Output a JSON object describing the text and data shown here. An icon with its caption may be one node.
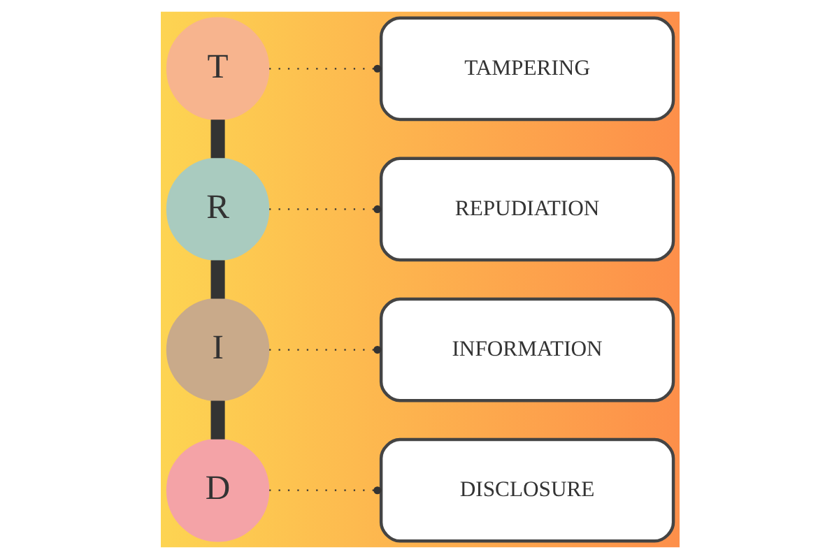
{
  "diagram": {
    "nodes": [
      {
        "text": [
          "T"
        ]
      },
      {
        "text": [
          "TAMPERING"
        ]
      },
      {
        "text": [
          "R"
        ]
      },
      {
        "text": [
          "REPUDIATION"
        ]
      },
      {
        "text": [
          "I"
        ]
      },
      {
        "text": [
          "INFORMATION"
        ]
      },
      {
        "text": [
          "D"
        ]
      },
      {
        "text": [
          "DISCLOSURE"
        ]
      }
    ],
    "edges": [
      {
        "from": 0,
        "to": 1,
        "arrow": "other",
        "style": "dashed"
      },
      {
        "from": 2,
        "to": 3,
        "arrow": "other",
        "style": "dashed"
      },
      {
        "from": 4,
        "to": 5,
        "arrow": "other",
        "style": "dashed"
      },
      {
        "from": 6,
        "to": 7,
        "arrow": "other",
        "style": "dashed"
      },
      {
        "from": 0,
        "to": 2,
        "arrow": "none",
        "style": "thick"
      },
      {
        "from": 2,
        "to": 4,
        "arrow": "none",
        "style": "thick"
      },
      {
        "from": 4,
        "to": 6,
        "arrow": "none",
        "style": "thick"
      }
    ]
  }
}
